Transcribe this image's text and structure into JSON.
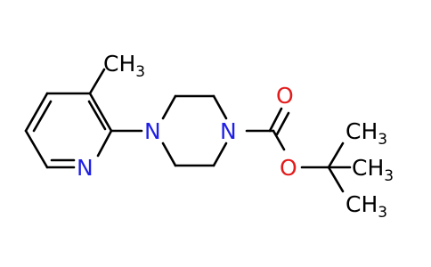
{
  "colors": {
    "background": "#ffffff",
    "bond": "#000000",
    "carbon_label": "#000000",
    "nitrogen_label": "#1f1fe6",
    "oxygen_label": "#e31b1b"
  },
  "labels": {
    "methyl": "CH",
    "methyl_sub": "3",
    "pyridine_n": "N",
    "piperazine_n1": "N",
    "piperazine_n2": "N",
    "carbonyl_o": "O",
    "ester_o": "O",
    "tbu_methyl_1": "CH",
    "tbu_methyl_1_sub": "3",
    "tbu_methyl_2": "CH",
    "tbu_methyl_2_sub": "3",
    "tbu_methyl_3": "CH",
    "tbu_methyl_3_sub": "3"
  }
}
